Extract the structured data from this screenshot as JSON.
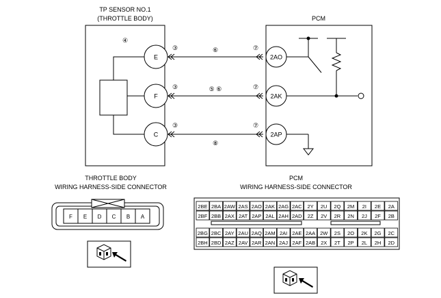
{
  "sensor": {
    "title_line1": "TP SENSOR NO.1",
    "title_line2": "(THROTTLE BODY)",
    "note": "④",
    "pins": [
      "E",
      "F",
      "C"
    ],
    "pin_notes": [
      "③",
      "③",
      "③"
    ]
  },
  "pcm": {
    "title": "PCM",
    "pins": [
      "2AO",
      "2AK",
      "2AP"
    ],
    "pin_notes": [
      "⑦",
      "⑦",
      "⑦"
    ]
  },
  "wires": {
    "notes": [
      "⑥",
      "⑤ ⑥",
      "⑧"
    ]
  },
  "throttle_connector": {
    "title_line1": "THROTTLE BODY",
    "title_line2": "WIRING HARNESS-SIDE CONNECTOR",
    "cavities": [
      "F",
      "E",
      "D",
      "C",
      "B",
      "A"
    ]
  },
  "pcm_connector": {
    "title_line1": "PCM",
    "title_line2": "WIRING HARNESS-SIDE CONNECTOR",
    "rows": [
      [
        "2BE",
        "2BA",
        "2AW",
        "2AS",
        "2AO",
        "2AK",
        "2AG",
        "2AC",
        "2Y",
        "2U",
        "2Q",
        "2M",
        "2I",
        "2E",
        "2A"
      ],
      [
        "2BF",
        "2BB",
        "2AX",
        "2AT",
        "2AP",
        "2AL",
        "2AH",
        "2AD",
        "2Z",
        "2V",
        "2R",
        "2N",
        "2J",
        "2F",
        "2B"
      ],
      [
        "2BG",
        "2BC",
        "2AY",
        "2AU",
        "2AQ",
        "2AM",
        "2AI",
        "2AE",
        "2AA",
        "2W",
        "2S",
        "2O",
        "2K",
        "2G",
        "2C"
      ],
      [
        "2BH",
        "2BD",
        "2AZ",
        "2AV",
        "2AR",
        "2AN",
        "2AJ",
        "2AF",
        "2AB",
        "2X",
        "2T",
        "2P",
        "2L",
        "2H",
        "2D"
      ]
    ]
  }
}
